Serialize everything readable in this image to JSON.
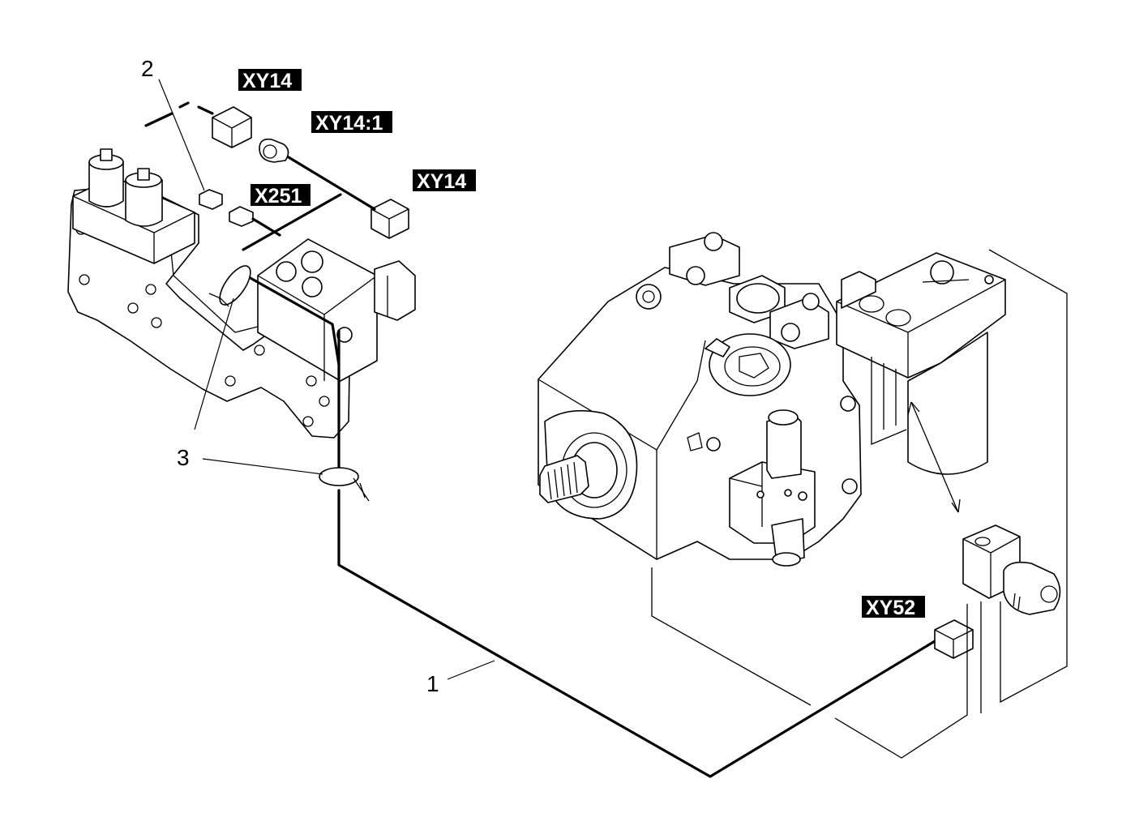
{
  "connector_tags": {
    "xy14_top": "XY14",
    "xy14_1": "XY14:1",
    "xy14_right": "XY14",
    "x251": "X251",
    "xy52": "XY52"
  },
  "callouts": {
    "harness": "1",
    "connector": "2",
    "clip": "3"
  }
}
